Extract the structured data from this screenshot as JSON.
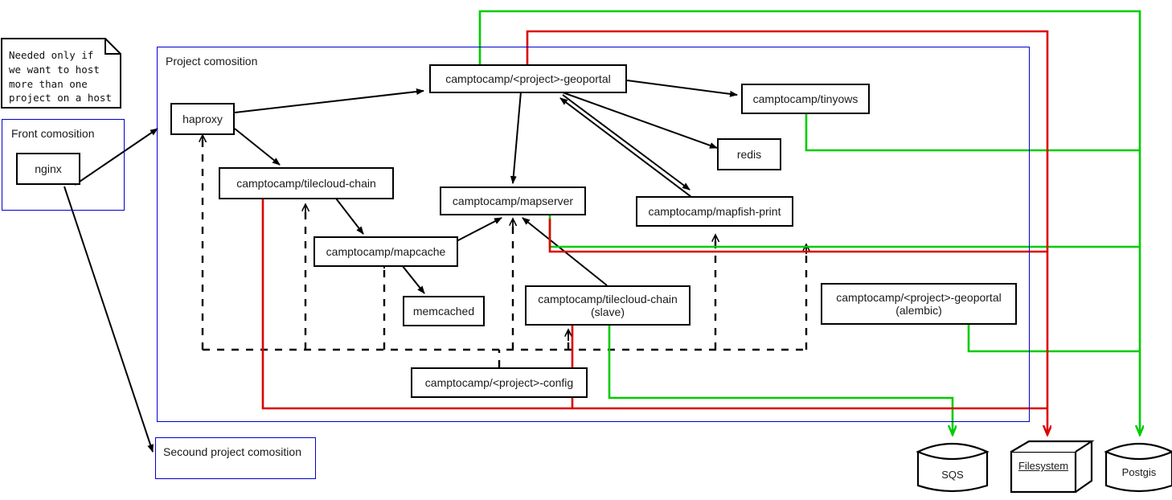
{
  "diagram": {
    "title": "Project composition architecture diagram",
    "colors": {
      "green": "#00cc00",
      "red": "#dd0000",
      "blue": "#0000cc",
      "black": "#000000"
    }
  },
  "note": {
    "text": "Needed only if\nwe want to host\nmore than one\nproject on a host"
  },
  "groups": [
    {
      "label": "Front comosition"
    },
    {
      "label": "Project comosition"
    },
    {
      "label": "Secound project comosition"
    }
  ],
  "nodes": [
    {
      "label": "nginx"
    },
    {
      "label": "haproxy"
    },
    {
      "label": "camptocamp/<project>-geoportal"
    },
    {
      "label": "camptocamp/tinyows"
    },
    {
      "label": "redis"
    },
    {
      "label": "camptocamp/tilecloud-chain"
    },
    {
      "label": "camptocamp/mapserver"
    },
    {
      "label": "camptocamp/mapfish-print"
    },
    {
      "label": "camptocamp/mapcache"
    },
    {
      "label": "memcached"
    },
    {
      "label": "camptocamp/tilecloud-chain\n(slave)"
    },
    {
      "label": "camptocamp/tilecloud-chain"
    },
    {
      "label": "(slave)"
    },
    {
      "label": "camptocamp/<project>-geoportal"
    },
    {
      "label": "(alembic)"
    },
    {
      "label": "camptocamp/<project>-config"
    }
  ],
  "stores": [
    {
      "label": "SQS",
      "shape": "cylinder"
    },
    {
      "label": "Filesystem",
      "shape": "box3d"
    },
    {
      "label": "Postgis",
      "shape": "cylinder"
    }
  ]
}
